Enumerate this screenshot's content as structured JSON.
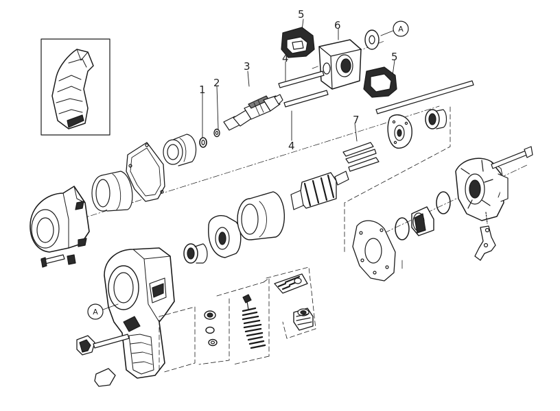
{
  "callouts": {
    "n1": "1",
    "n2": "2",
    "n3": "3",
    "n4_top": "4",
    "n4_bottom": "4",
    "n5_top": "5",
    "n5_right": "5",
    "n6": "6",
    "n7": "7",
    "a_top": "A",
    "a_housing": "A"
  },
  "colors": {
    "line": "#1a1a1a",
    "part_fill": "#ffffff",
    "dark_fill": "#2b2b2b",
    "mid_fill": "#7a7a7a"
  }
}
